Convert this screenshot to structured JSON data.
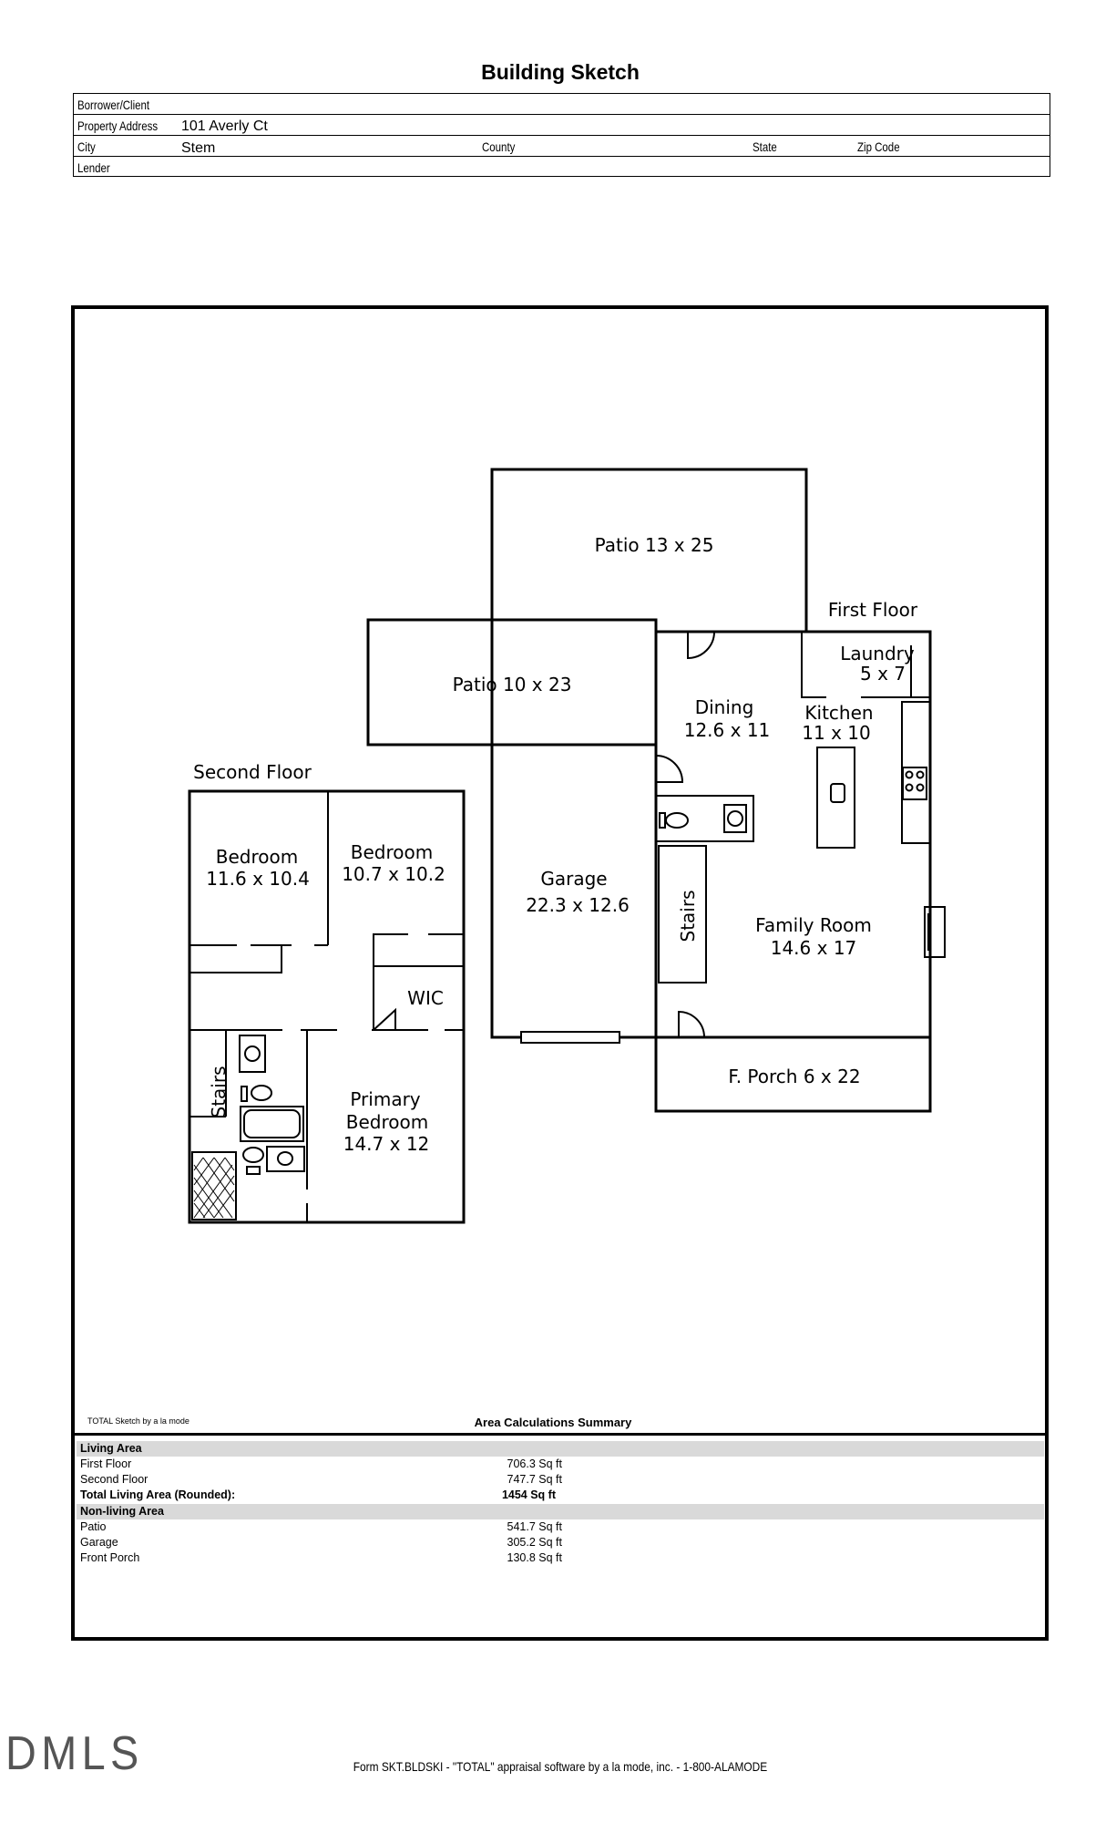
{
  "title": "Building Sketch",
  "header": {
    "borrower_label": "Borrower/Client",
    "address_label": "Property Address",
    "address_value": "101 Averly Ct",
    "city_label": "City",
    "city_value": "Stem",
    "county_label": "County",
    "state_label": "State",
    "zip_label": "Zip Code",
    "lender_label": "Lender"
  },
  "sketch": {
    "patio_upper": "Patio 13 x 25",
    "patio_left": "Patio 10 x 23",
    "first_floor_label": "First Floor",
    "second_floor_label": "Second Floor",
    "laundry_name": "Laundry",
    "laundry_dims": "5 x 7",
    "dining_name": "Dining",
    "dining_dims": "12.6 x 11",
    "kitchen_name": "Kitchen",
    "kitchen_dims": "11 x 10",
    "garage_name": "Garage",
    "garage_dims": "22.3 x 12.6",
    "stairs_1": "Stairs",
    "stairs_2": "Stairs",
    "family_name": "Family Room",
    "family_dims": "14.6 x 17",
    "porch": "F. Porch 6 x 22",
    "bedroom1_name": "Bedroom",
    "bedroom1_dims": "11.6 x 10.4",
    "bedroom2_name": "Bedroom",
    "bedroom2_dims": "10.7 x 10.2",
    "wic": "WIC",
    "primary_line1": "Primary",
    "primary_line2": "Bedroom",
    "primary_dims": "14.7 x 12"
  },
  "summary": {
    "credit": "TOTAL Sketch by a la mode",
    "title": "Area Calculations Summary",
    "living_heading": "Living Area",
    "living": [
      {
        "label": "First Floor",
        "value": "706.3 Sq ft"
      },
      {
        "label": "Second Floor",
        "value": "747.7 Sq ft"
      }
    ],
    "total_label": "Total Living Area (Rounded):",
    "total_value": "1454 Sq ft",
    "nonliving_heading": "Non-living Area",
    "nonliving": [
      {
        "label": "Patio",
        "value": "541.7 Sq ft"
      },
      {
        "label": "Garage",
        "value": "305.2 Sq ft"
      },
      {
        "label": "Front Porch",
        "value": "130.8 Sq ft"
      }
    ]
  },
  "logo": "DMLS",
  "footer": "Form SKT.BLDSKI - \"TOTAL\" appraisal software by a la mode, inc. - 1-800-ALAMODE"
}
